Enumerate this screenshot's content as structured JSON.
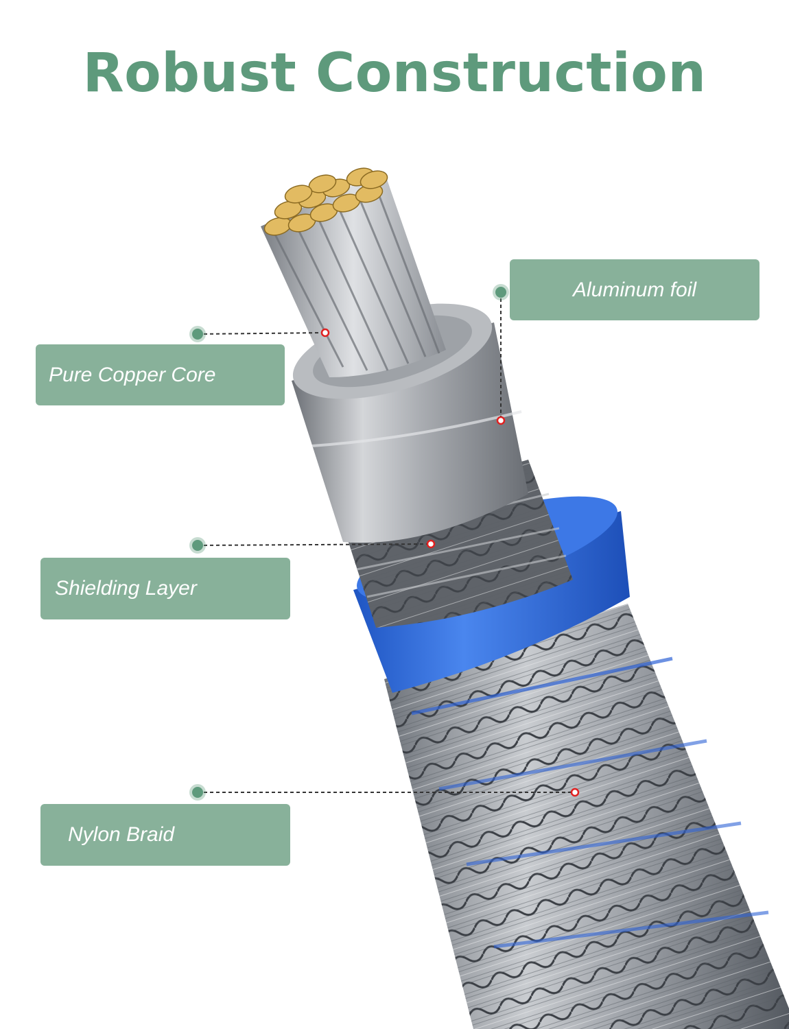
{
  "title": "Robust Construction",
  "colors": {
    "accent": "#5e9a7c",
    "label_bg": "#88b19a",
    "dot": "#5e9a7c",
    "marker": "#e02020",
    "ring": "#2f6fe0"
  },
  "labels": {
    "copper_core": "Pure Copper Core",
    "aluminum_foil": "Aluminum foil",
    "shielding_layer": "Shielding Layer",
    "nylon_braid": "Nylon Braid"
  }
}
